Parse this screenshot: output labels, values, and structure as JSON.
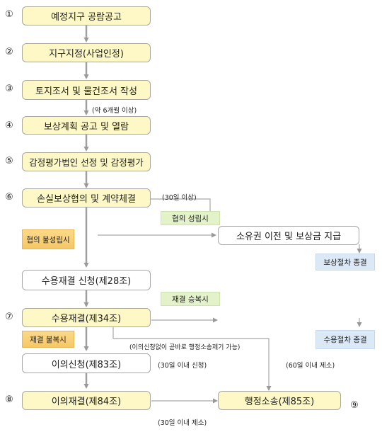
{
  "steps": {
    "s1": {
      "num": "①",
      "label": "예정지구 공람공고"
    },
    "s2": {
      "num": "②",
      "label": "지구지정(사업인정)"
    },
    "s3": {
      "num": "③",
      "label": "토지조서 및 물건조서 작성"
    },
    "s4": {
      "num": "④",
      "label": "보상계획 공고 및 열람"
    },
    "s5": {
      "num": "⑤",
      "label": "감정평가법인 선정 및 감정평가"
    },
    "s6": {
      "num": "⑥",
      "label": "손실보상협의 및 계약체결"
    },
    "apply": {
      "label": "수용재결 신청(제28조)"
    },
    "s7": {
      "num": "⑦",
      "label": "수용재결(제34조)"
    },
    "objection": {
      "label": "이의신청(제83조)"
    },
    "s8": {
      "num": "⑧",
      "label": "이의재결(제84조)"
    },
    "transfer": {
      "label": "소유권 이전 및 보상금 지급"
    },
    "suit": {
      "label": "행정소송(제85조)"
    },
    "s9": {
      "num": "⑨"
    }
  },
  "tags": {
    "agree": "협의 성립시",
    "disagree": "협의 불성립시",
    "accept": "재결 승복시",
    "reject": "재결 불복시",
    "end_comp": "보상절차 종결",
    "end_expr": "수용절차 종결"
  },
  "notes": {
    "six_months": "(약 6개월 이상)",
    "thirty_days": "(30일 이상)",
    "direct_suit": "(이의신청없이 곧바로 행정소송제기 가능)",
    "within_30_apply": "(30일 이내 신청)",
    "within_60": "(60일 이내 제소)",
    "within_30_suit": "(30일 이내 제소)"
  },
  "colors": {
    "step_fill": "#fdf8c5",
    "border": "#a8a8a8",
    "arrow": "#999999",
    "green_tag": "#e3f2c8",
    "orange_tag": "#f6c865",
    "blue_tag": "#dbe8f6"
  }
}
